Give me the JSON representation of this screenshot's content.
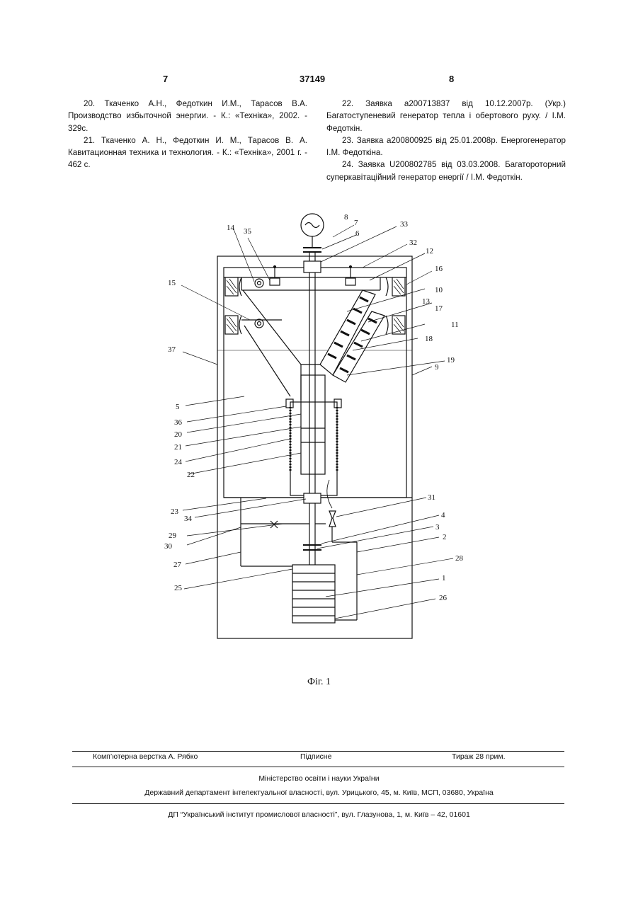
{
  "header": {
    "left_page": "7",
    "center_number": "37149",
    "right_page": "8"
  },
  "left_column": [
    "20. Ткаченко А.Н., Федоткин И.М., Тарасов В.А. Производство избыточной энергии. - К.: «Техніка», 2002. - 329с.",
    "21. Ткаченко А. Н., Федоткин И. М., Тарасов В. А. Кавитационная техника и технология. - К.: «Техніка», 2001 г. - 462 с."
  ],
  "right_column": [
    "22. Заявка а200713837 від 10.12.2007р. (Укр.) Багатоступеневий генератор тепла і обертового руху. / І.М. Федоткін.",
    "23. Заявка а200800925 від 25.01.2008р. Енергогенератор І.М. Федоткіна.",
    "24. Заявка U200802785 від 03.03.2008. Багатороторний суперкавітаційний генератор енергії / І.М. Федоткін."
  ],
  "figure": {
    "caption": "Фіг. 1",
    "labels": [
      "8",
      "7",
      "6",
      "33",
      "32",
      "12",
      "16",
      "10",
      "13",
      "17",
      "11",
      "18",
      "19",
      "9",
      "14",
      "35",
      "15",
      "37",
      "5",
      "36",
      "20",
      "21",
      "24",
      "22",
      "23",
      "34",
      "29",
      "30",
      "27",
      "25",
      "31",
      "4",
      "3",
      "2",
      "28",
      "1",
      "26"
    ]
  },
  "footer": {
    "layout": "Комп’ютерна верстка А. Рябко",
    "signed": "Підписне",
    "circulation": "Тираж 28 прим.",
    "ministry": "Міністерство освіти і науки України",
    "department": "Державний департамент інтелектуальної власності, вул. Урицького, 45, м. Київ, МСП, 03680, Україна",
    "institute": "ДП “Український інститут промислової власності”, вул. Глазунова, 1, м. Київ – 42, 01601"
  }
}
